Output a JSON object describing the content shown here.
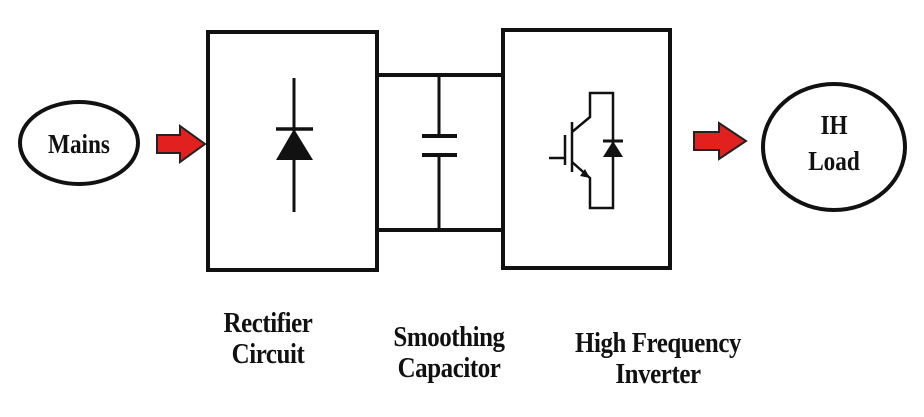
{
  "nodes": {
    "mains": "Mains",
    "load_line1": "IH",
    "load_line2": "Load"
  },
  "labels": {
    "rectifier_line1": "Rectifier",
    "rectifier_line2": "Circuit",
    "capacitor_line1": "Smoothing",
    "capacitor_line2": "Capacitor",
    "inverter_line1": "High Frequency",
    "inverter_line2": "Inverter"
  },
  "colors": {
    "arrow": "#e32020",
    "stroke": "#111111"
  },
  "icons": {
    "rectifier": "diode-icon",
    "capacitor": "capacitor-icon",
    "inverter": "igbt-icon"
  }
}
